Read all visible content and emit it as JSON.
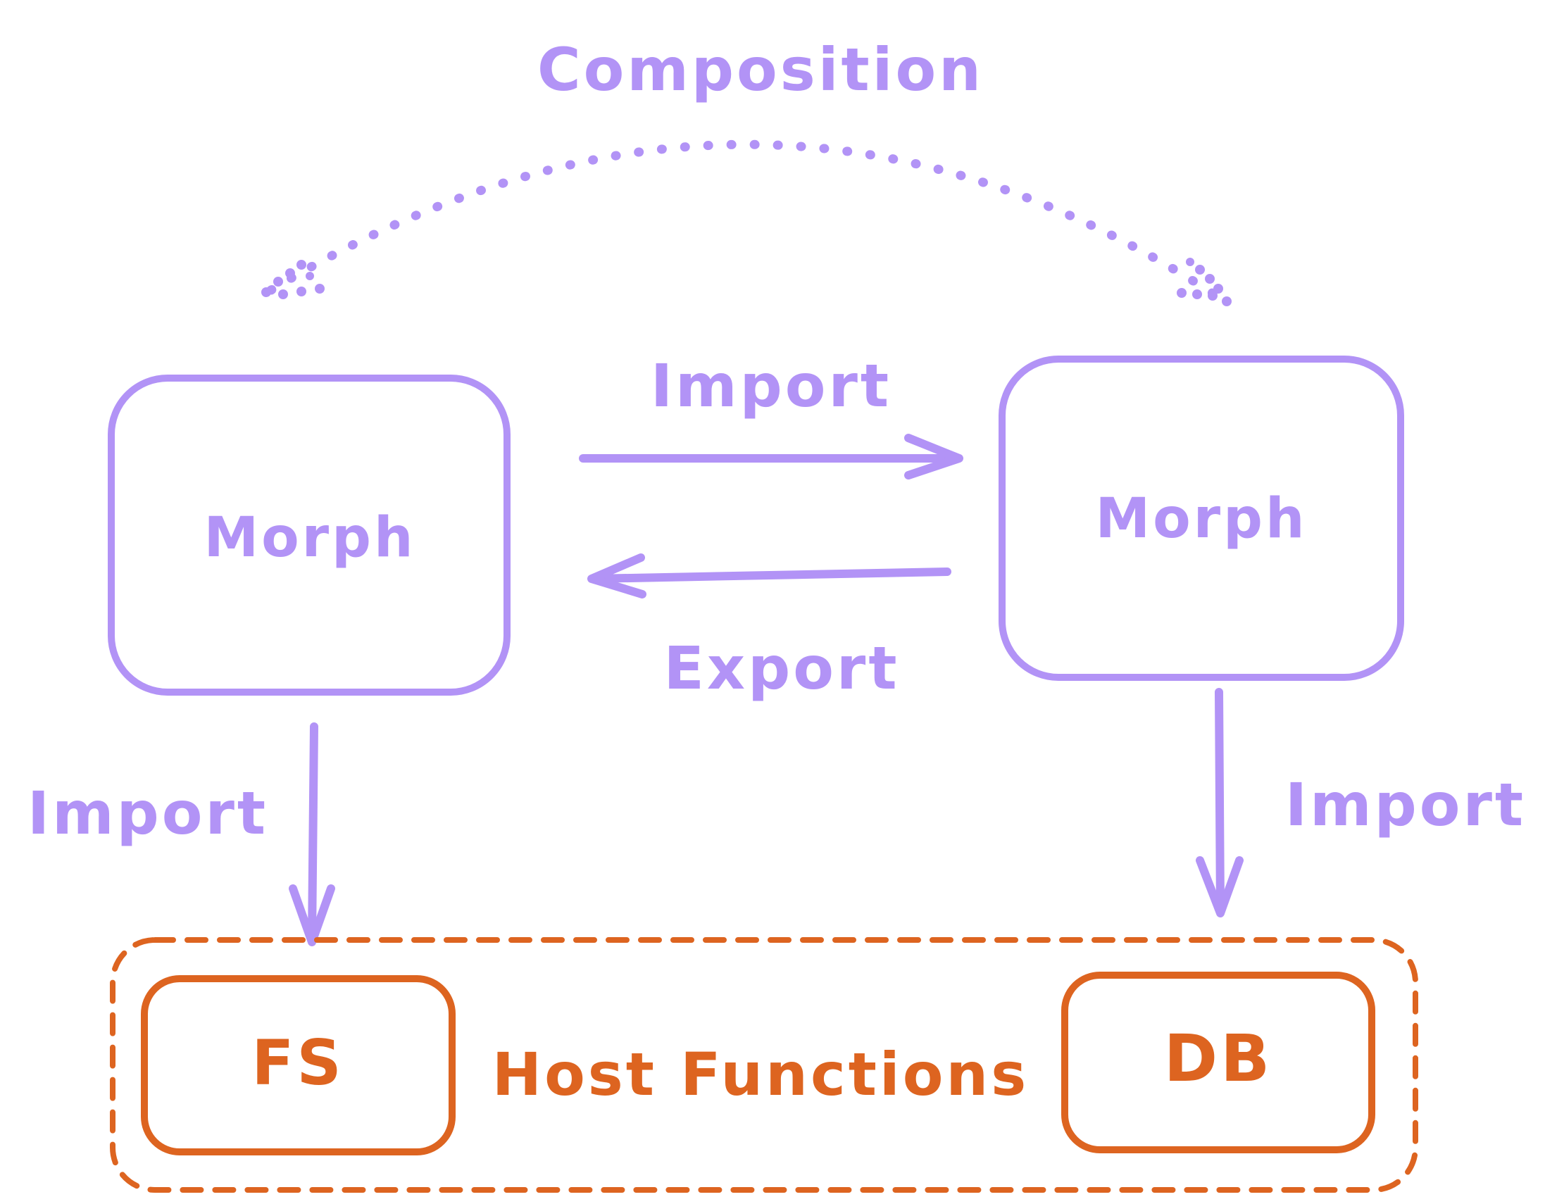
{
  "colors": {
    "morph": "#b293f6",
    "host": "#dd6420",
    "background": "#ffffff"
  },
  "composition": {
    "label": "Composition",
    "style": "dotted-arc-arrow",
    "from": "left-morph",
    "to": "right-morph"
  },
  "morphs": [
    {
      "label": "Morph"
    },
    {
      "label": "Morph"
    }
  ],
  "links": {
    "import_label": "Import",
    "export_label": "Export",
    "left_import_label": "Import",
    "right_import_label": "Import"
  },
  "host": {
    "group_label": "Host Functions",
    "fs_label": "FS",
    "db_label": "DB"
  }
}
